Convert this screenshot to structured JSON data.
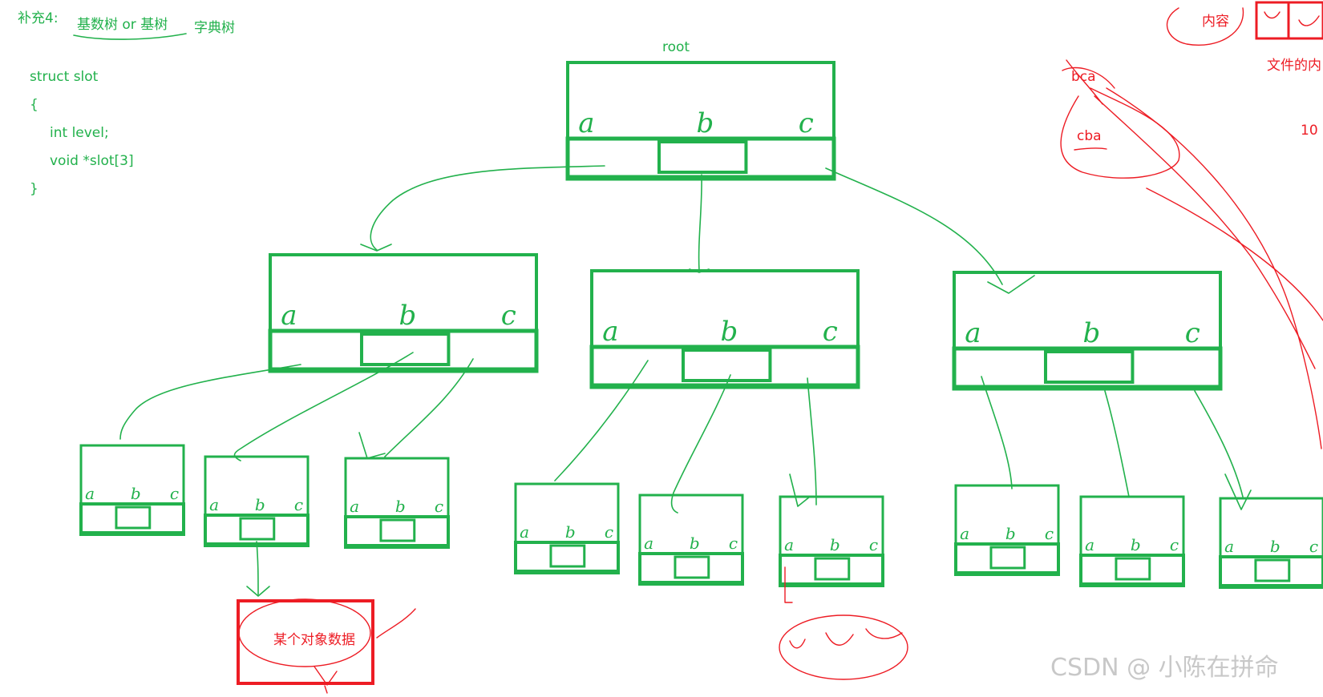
{
  "note": {
    "title": "补充4:",
    "subtitle": "基数树 or 基树",
    "subtitle2": "字典树"
  },
  "code": {
    "lines": [
      "struct slot",
      "{",
      "int level;",
      "void *slot[3]",
      "}"
    ]
  },
  "tree": {
    "root_label": "root",
    "slot_letters": [
      "a",
      "b",
      "c"
    ]
  },
  "annotations": {
    "object_data": "某个对象数据",
    "content": "内容",
    "file_content": "文件的内",
    "bca": "bca",
    "cba": "cba",
    "num": "10"
  },
  "watermark": "CSDN @ 小陈在拼命",
  "colors": {
    "green": "#22b14c",
    "red": "#ed1c24"
  }
}
